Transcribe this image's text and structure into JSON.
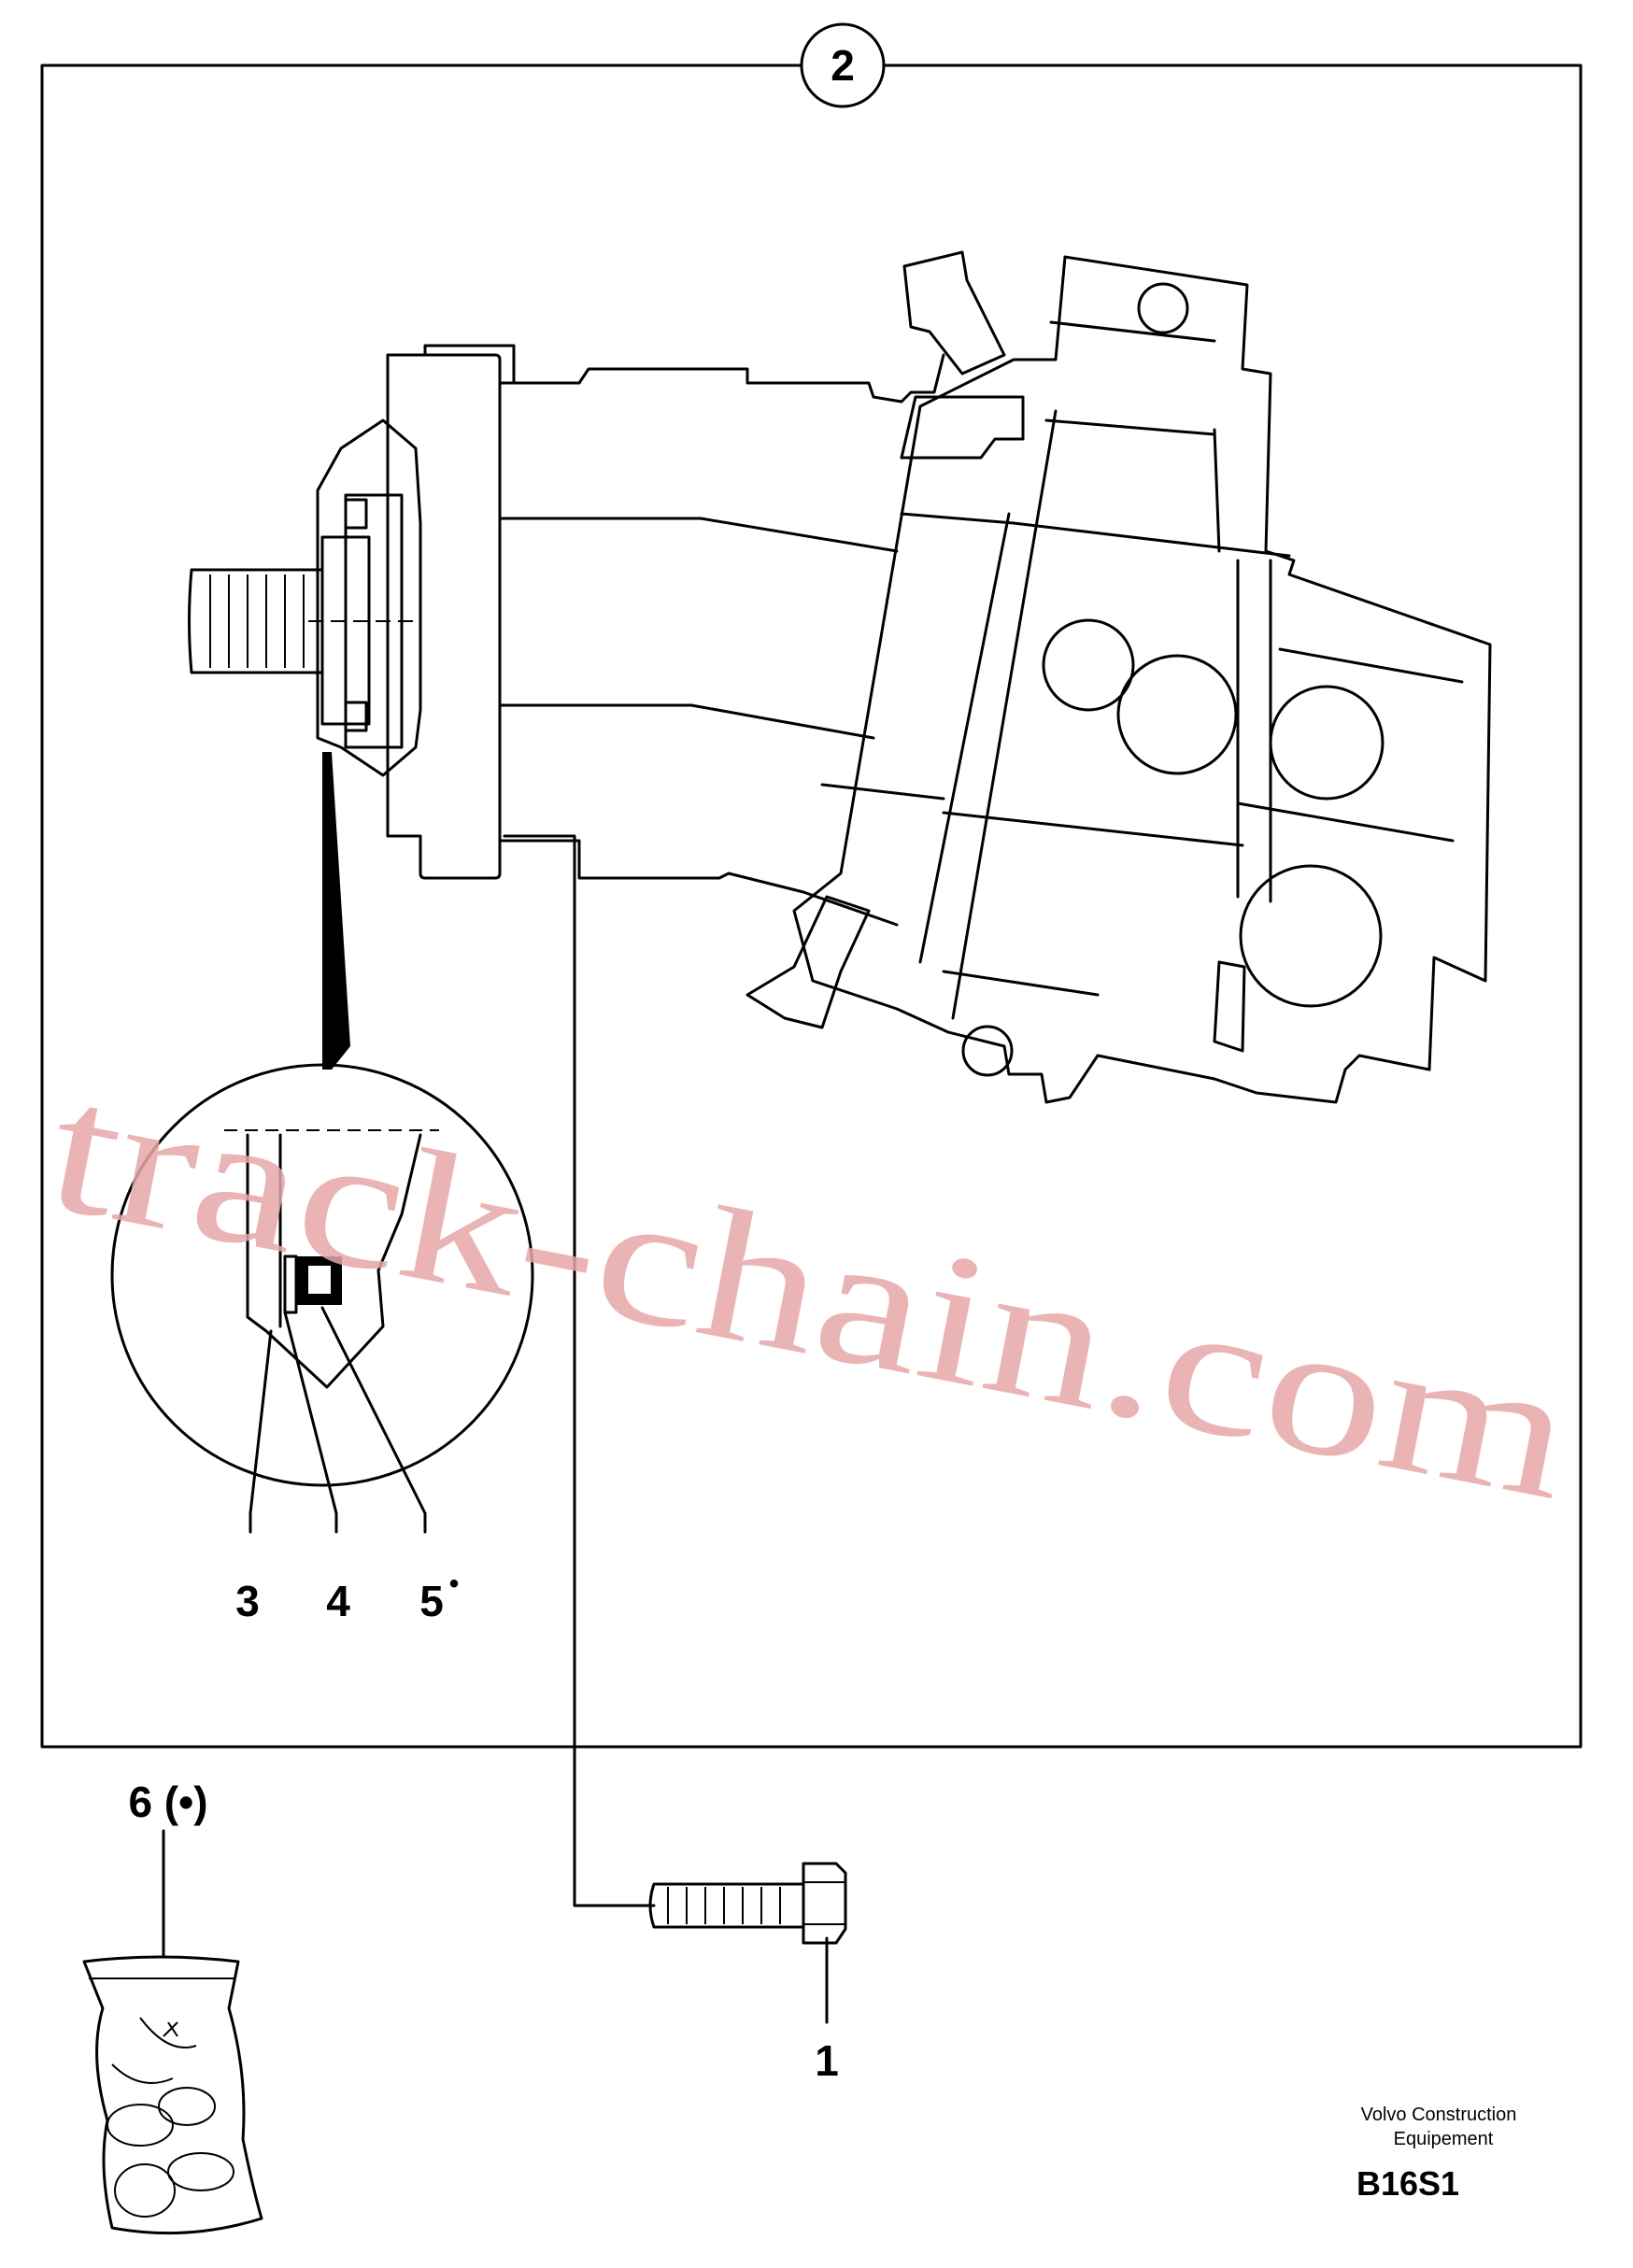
{
  "diagram": {
    "group_number": "2",
    "callouts": {
      "item_1": "1",
      "item_3": "3",
      "item_4": "4",
      "item_5": "5",
      "item_5_mark": "•",
      "item_6": "6 (•)"
    },
    "watermark": "track-chain.com",
    "footer": {
      "company_line1": "Volvo Construction",
      "company_line2": "Equipement",
      "figure_code": "B16S1"
    }
  }
}
